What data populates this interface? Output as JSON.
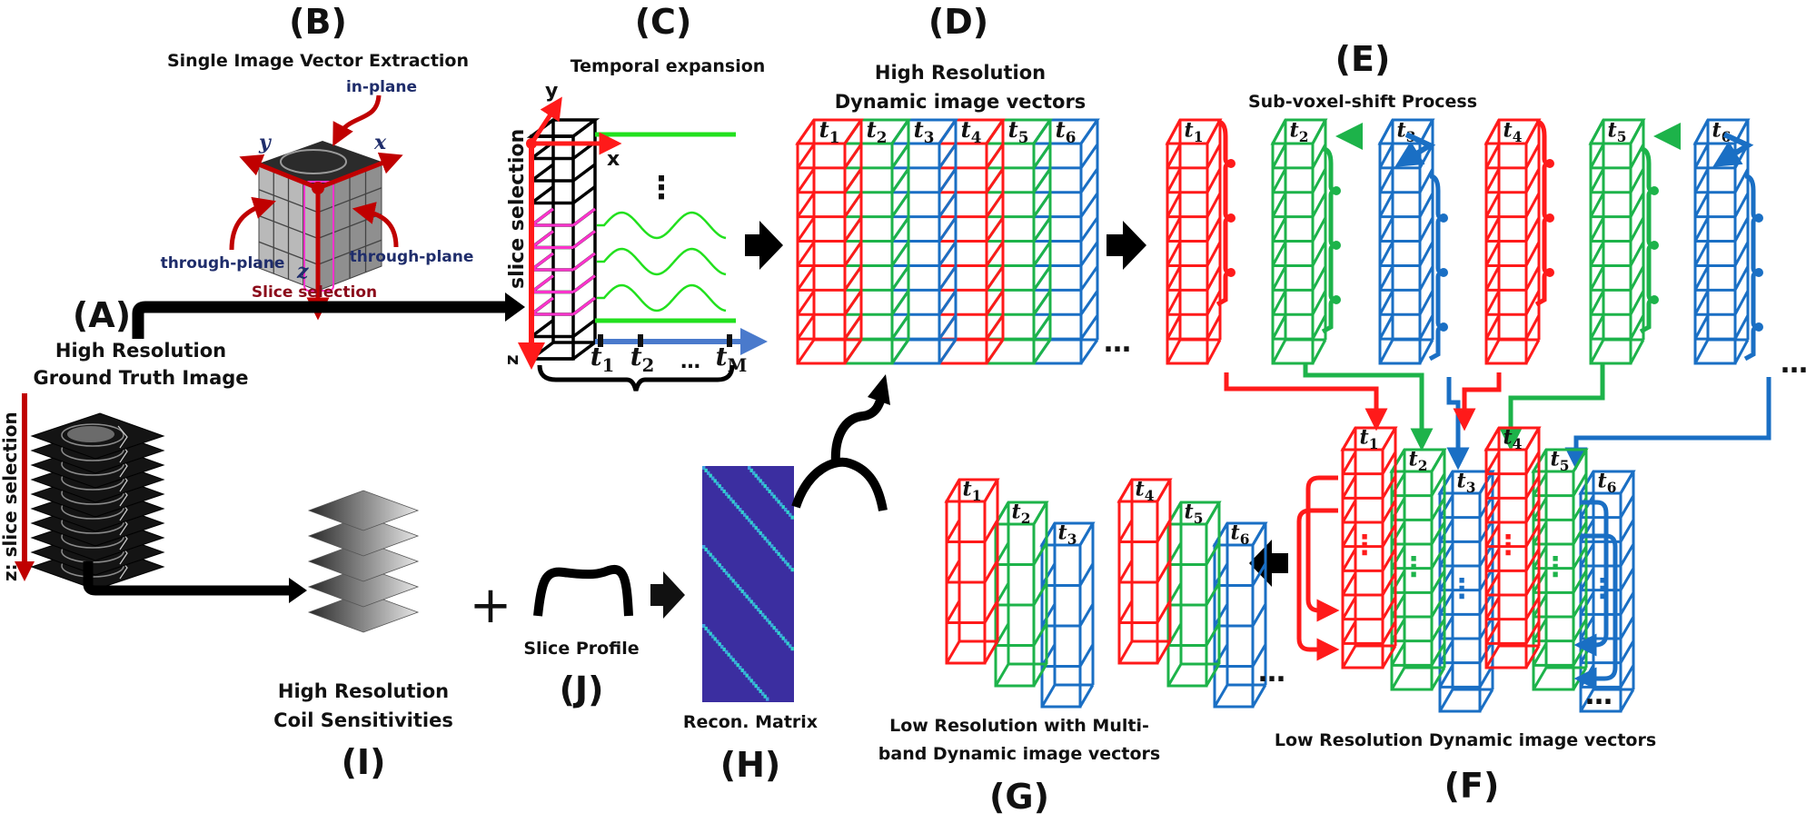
{
  "panels": {
    "A": {
      "letter": "(A)",
      "title_line1": "High Resolution",
      "title_line2": "Ground Truth Image",
      "axis_label": "z: slice selection"
    },
    "B": {
      "letter": "(B)",
      "title": "Single Image Vector Extraction",
      "in_plane": "in-plane",
      "through_plane_left": "through-plane",
      "through_plane_right": "through-plane",
      "slice_selection": "Slice selection",
      "axis_x": "x",
      "axis_y": "y",
      "axis_z": "z"
    },
    "C": {
      "letter": "(C)",
      "title": "Temporal expansion",
      "axis_label": "slice selection",
      "axis_x": "x",
      "axis_y": "y",
      "axis_z": "z",
      "time_ticks": [
        "t1",
        "t2",
        "…",
        "tM"
      ],
      "ellipsis": "⋮"
    },
    "D": {
      "letter": "(D)",
      "title_line1": "High Resolution",
      "title_line2": "Dynamic image vectors",
      "frames": [
        "t1",
        "t2",
        "t3",
        "t4",
        "t5",
        "t6"
      ],
      "more": "…"
    },
    "E": {
      "letter": "(E)",
      "title": "Sub-voxel-shift Process",
      "frames": [
        "t1",
        "t2",
        "t3",
        "t4",
        "t5",
        "t6"
      ],
      "more": "…"
    },
    "F": {
      "letter": "(F)",
      "title": "Low Resolution Dynamic image vectors",
      "frames": [
        "t1",
        "t2",
        "t3",
        "t4",
        "t5",
        "t6"
      ],
      "more": "…"
    },
    "G": {
      "letter": "(G)",
      "title_line1": "Low Resolution with Multi-",
      "title_line2": "band Dynamic image vectors",
      "frames": [
        "t1",
        "t2",
        "t3",
        "t4",
        "t5",
        "t6"
      ],
      "more": "…"
    },
    "H": {
      "letter": "(H)",
      "title": "Recon. Matrix"
    },
    "I": {
      "letter": "(I)",
      "title_line1": "High Resolution",
      "title_line2": "Coil Sensitivities"
    },
    "J": {
      "letter": "(J)",
      "title": "Slice Profile",
      "plus": "+"
    }
  },
  "colors": {
    "red": "#ff1a1a",
    "green": "#1db34a",
    "blue": "#1a6fc4",
    "black": "#000000",
    "dark_red": "#c00000",
    "magenta": "#ff33cc",
    "lime": "#22e01e",
    "time_axis": "#4a7acc",
    "matrix_bg": "#3b2ea0",
    "matrix_diag": "#2fd3c8",
    "navy_text": "#1f2d6b"
  },
  "frame_colors": [
    "red",
    "green",
    "blue",
    "red",
    "green",
    "blue"
  ]
}
